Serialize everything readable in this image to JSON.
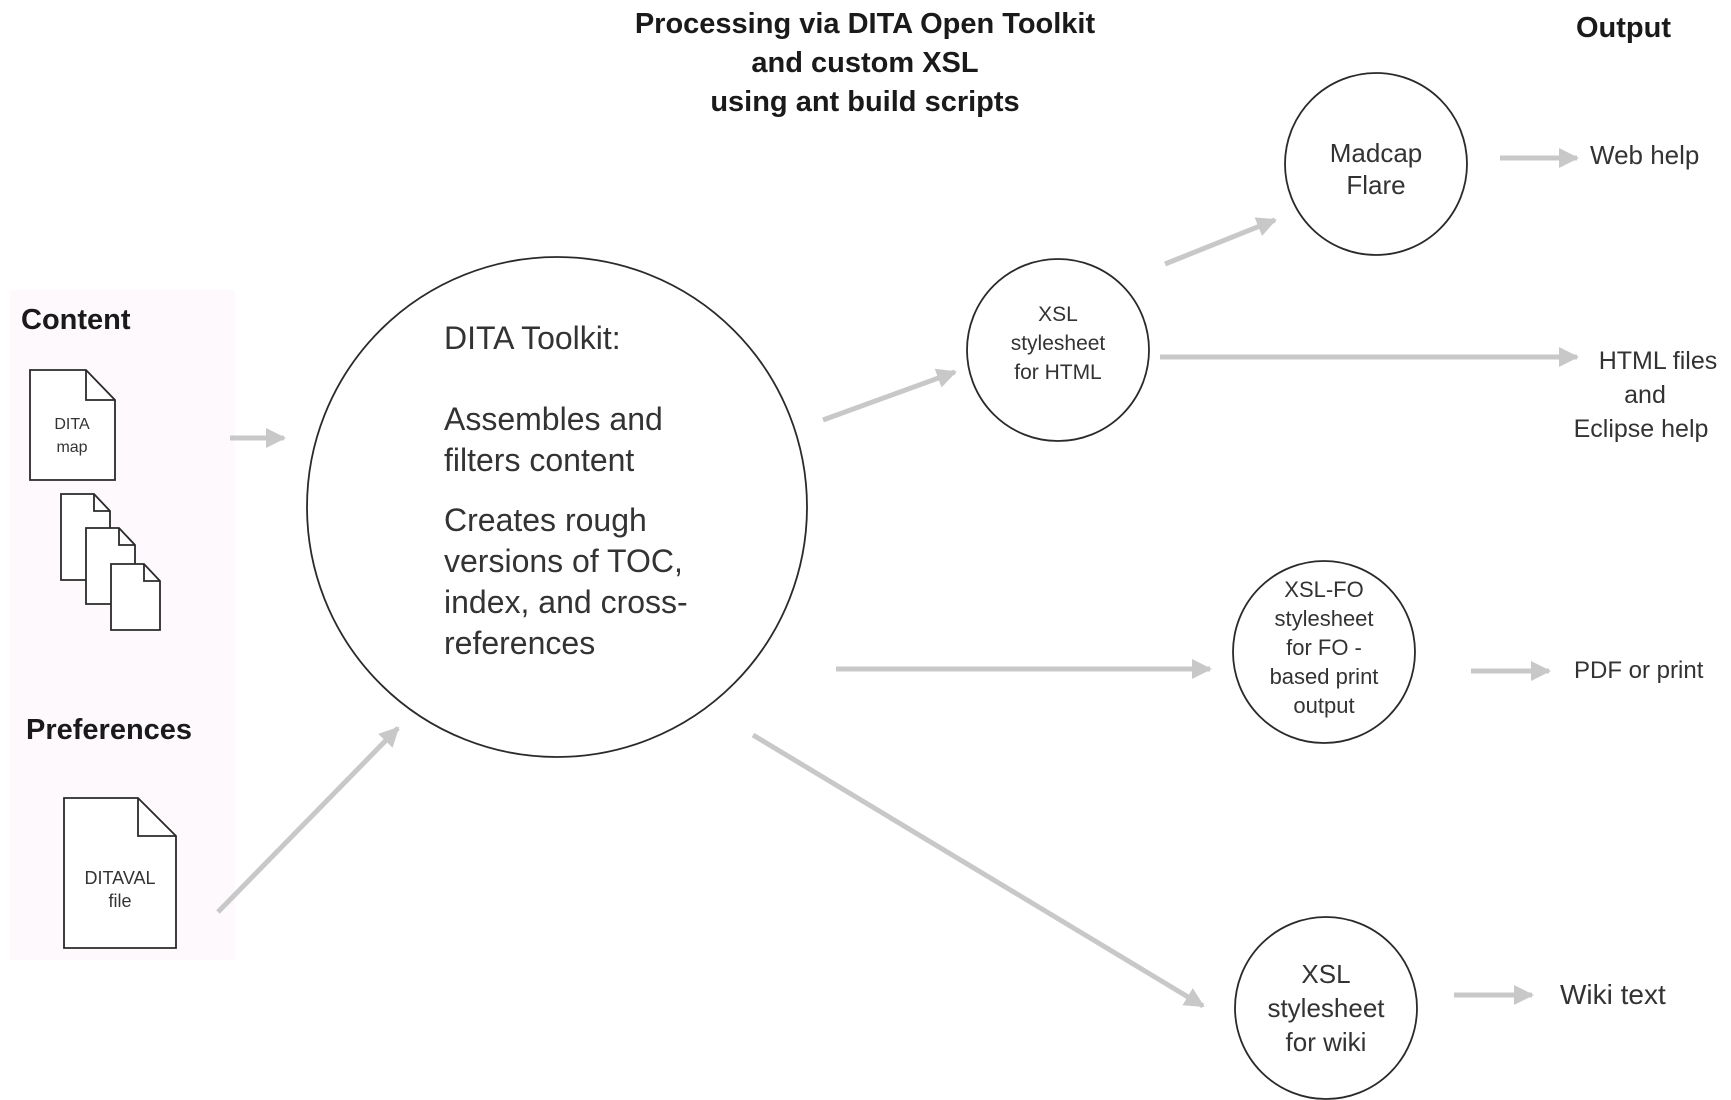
{
  "header": {
    "processing_lines": [
      "Processing via DITA Open Toolkit",
      "and custom XSL",
      "using ant build scripts"
    ],
    "output": "Output"
  },
  "content": {
    "heading": "Content",
    "ditamap_lines": [
      "DITA",
      "map"
    ]
  },
  "preferences": {
    "heading": "Preferences",
    "ditaval_lines": [
      "DITAVAL",
      "file"
    ]
  },
  "toolkit": {
    "title": "DITA Toolkit:",
    "assembles_lines": [
      "Assembles and",
      "filters content"
    ],
    "creates_lines": [
      "Creates rough",
      "versions of TOC,",
      "index, and cross-",
      "references"
    ]
  },
  "nodes": {
    "madcap": [
      "Madcap",
      "Flare"
    ],
    "xsl_html": [
      "XSL",
      "stylesheet",
      "for HTML"
    ],
    "xsl_fo": [
      "XSL-FO",
      "stylesheet",
      "for FO -",
      "based print",
      "output"
    ],
    "xsl_wiki": [
      "XSL",
      "stylesheet",
      "for wiki"
    ]
  },
  "outputs": {
    "web_help": "Web help",
    "html_files": [
      "HTML files",
      "and",
      "Eclipse help"
    ],
    "pdf": "PDF or print",
    "wiki_text": "Wiki text"
  },
  "colors": {
    "arrow": "#c8c8c8",
    "outline": "#2a2a2a",
    "panel": "#fdf9fd"
  }
}
